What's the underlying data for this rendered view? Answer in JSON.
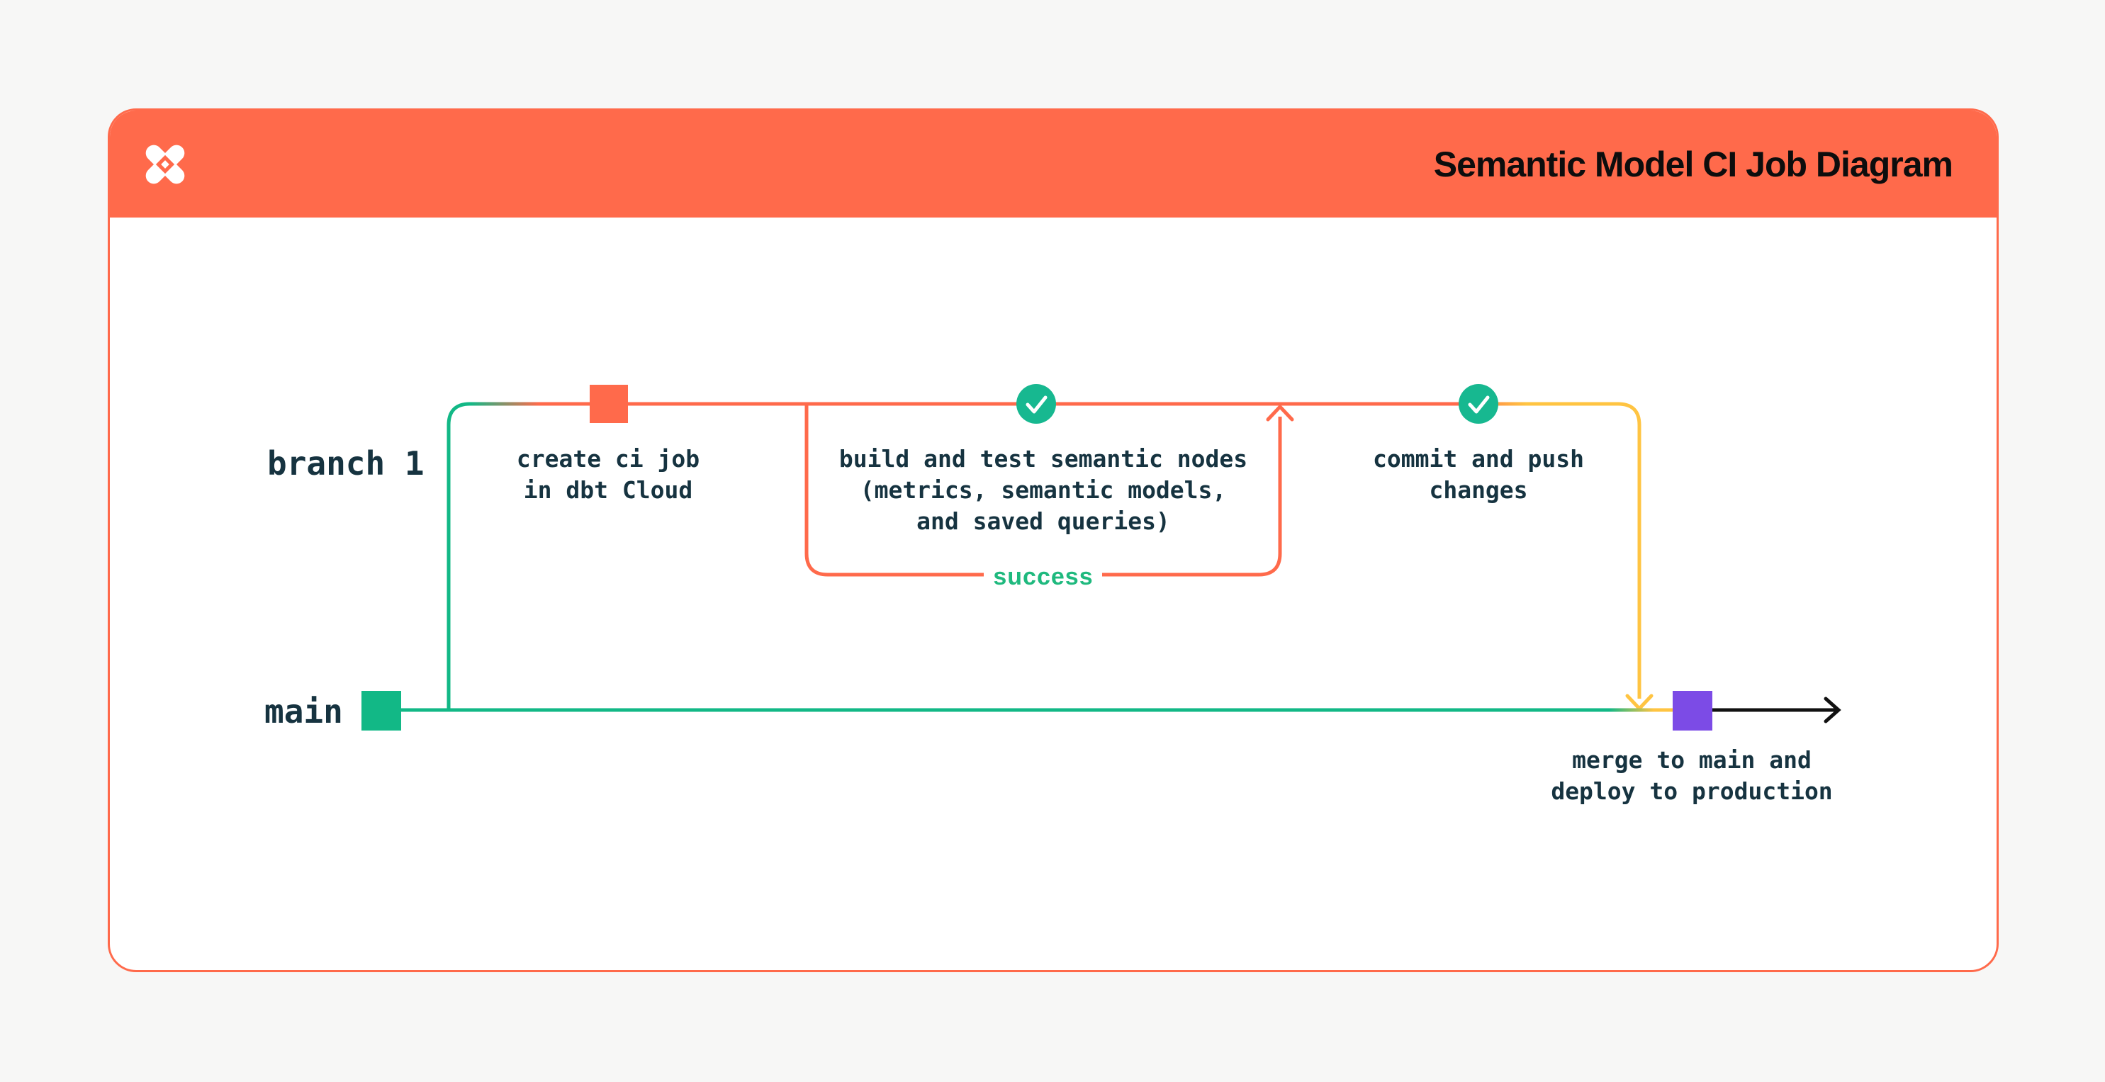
{
  "header": {
    "title": "Semantic Model CI Job Diagram",
    "logo": "dbt-logo"
  },
  "branches": {
    "branch1_label": "branch 1",
    "main_label": "main"
  },
  "nodes": {
    "create_ci": {
      "label": "create ci job\nin dbt Cloud",
      "marker": "orange-square"
    },
    "build_test": {
      "label": "build and test semantic nodes\n(metrics, semantic models,\nand saved queries)",
      "marker": "check-circle"
    },
    "commit_push": {
      "label": "commit and push\nchanges",
      "marker": "check-circle"
    },
    "merge_deploy": {
      "label": "merge to main and\ndeploy to production",
      "marker": "purple-square"
    },
    "main_start": {
      "marker": "green-square"
    }
  },
  "loop": {
    "label": "success"
  },
  "colors": {
    "orange": "#FF6A4B",
    "green": "#12B886",
    "check_green": "#17B890",
    "success_green": "#1FB97E",
    "yellow": "#FFC442",
    "purple": "#7C4BE6",
    "dark_text": "#163340",
    "title_text": "#0D0D0D",
    "page_bg": "#F7F7F6",
    "card_bg": "#FFFFFF",
    "arrow_black": "#111111"
  }
}
